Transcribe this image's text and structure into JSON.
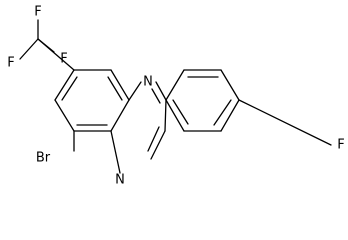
{
  "structure": {
    "atoms": {
      "f_top": "F",
      "f_left": "F",
      "f_mid": "F",
      "n_top": "N",
      "n_bottom": "N",
      "br": "Br",
      "f_para": "F"
    }
  }
}
